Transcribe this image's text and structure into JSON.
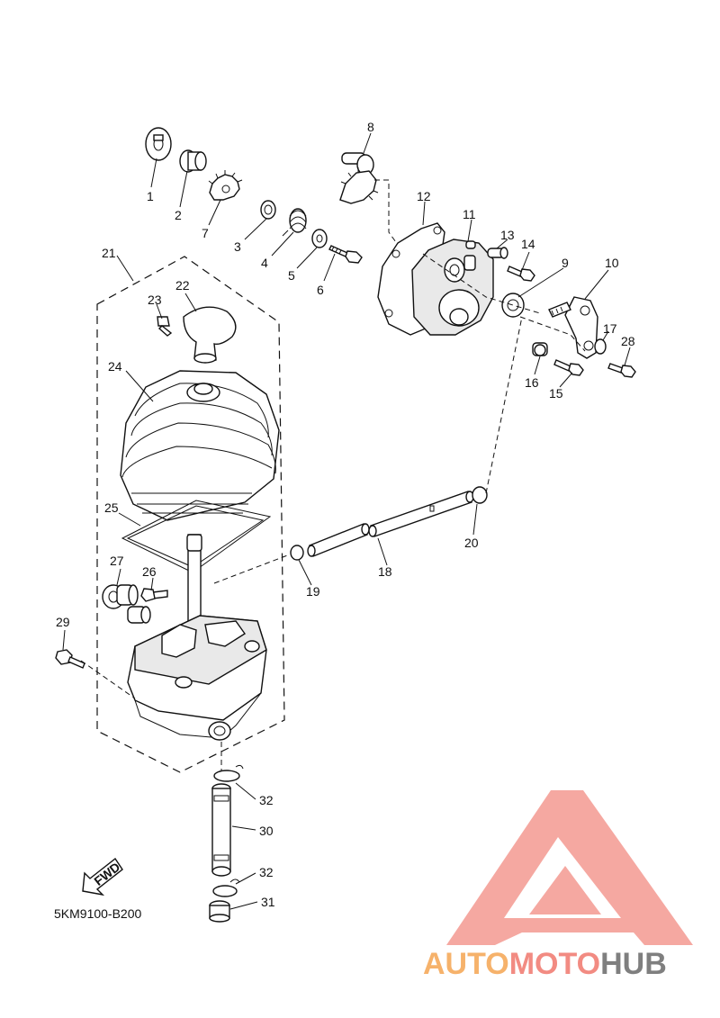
{
  "diagram": {
    "code": "5KM9100-B200",
    "fwd_label": "FWD",
    "callouts": [
      "1",
      "2",
      "3",
      "4",
      "5",
      "6",
      "7",
      "8",
      "9",
      "10",
      "11",
      "12",
      "13",
      "14",
      "15",
      "16",
      "17",
      "18",
      "19",
      "20",
      "21",
      "22",
      "23",
      "24",
      "25",
      "26",
      "27",
      "28",
      "29",
      "30",
      "31",
      "32",
      "32"
    ]
  },
  "logo": {
    "part1": "AUTO",
    "part2": "MOTO",
    "part3": "HUB",
    "color_orange": "#f6b26b",
    "color_red": "#f28b82",
    "color_gray": "#7f7f7f",
    "mark_color": "#f28b82"
  }
}
